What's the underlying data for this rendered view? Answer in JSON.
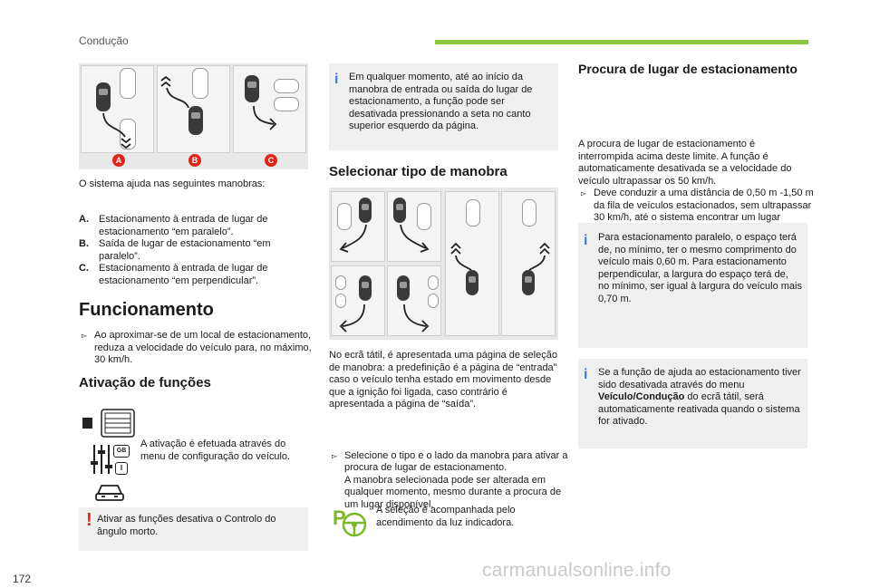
{
  "header": {
    "section": "Condução"
  },
  "footer": {
    "page_number": "172",
    "watermark": "carmanualsonline.info"
  },
  "col1": {
    "diagram_labels": [
      "A",
      "B",
      "C"
    ],
    "intro": "O sistema ajuda nas seguintes manobras:",
    "list": [
      {
        "key": "A.",
        "text": "Estacionamento à entrada de lugar de estacionamento “em paralelo”."
      },
      {
        "key": "B.",
        "text": "Saída de lugar de estacionamento “em paralelo”."
      },
      {
        "key": "C.",
        "text": "Estacionamento à entrada de lugar de estacionamento “em perpendicular”."
      }
    ],
    "funcionamento_title": "Funcionamento",
    "funcionamento_bullet": "Ao aproximar-se de um local de estacionamento, reduza a velocidade do veículo para, no máximo, 30 km/h.",
    "ativacao_title": "Ativação de funções",
    "ativacao_text": "A ativação é efetuada através do menu de configuração do veículo.",
    "icon_gb": "GB",
    "icon_i": "I",
    "warning_text": "Ativar as funções desativa o Controlo do ângulo morto."
  },
  "col2": {
    "info_text": "Em qualquer momento, até ao início da manobra de entrada ou saída do lugar de estacionamento, a função pode ser desativada pressionando a seta no canto superior esquerdo da página.",
    "selecionar_title": "Selecionar tipo de manobra",
    "body1": "No ecrã tátil, é apresentada uma página de seleção de manobra: a predefinição é a página de “entrada” caso o veículo tenha estado em movimento desde que a ignição foi ligada, caso contrário é apresentada a página de “saída”.",
    "bullet_a": "Selecione o tipo e o lado da manobra para ativar a procura de lugar de estacionamento.",
    "bullet_b": "A manobra selecionada pode ser alterada em qualquer momento, mesmo durante a procura de um lugar disponível.",
    "p_icon_letter": "P",
    "p_text": "A seleção é acompanhada pelo acendimento da luz indicadora."
  },
  "col3": {
    "title": "Procura de lugar de estacionamento",
    "bullet": "Deve conduzir a uma distância de 0,50 m -1,50 m da fila de veículos estacionados, sem ultrapassar 30 km/h, até o sistema encontrar um lugar disponível.",
    "body": "A procura de lugar de estacionamento é interrompida acima deste limite. A função é automaticamente desativada se a velocidade do veículo ultrapassar os 50 km/h.",
    "info1": "Para estacionamento paralelo, o espaço terá de, no mínimo, ter o mesmo comprimento do veículo mais 0,60 m. Para estacionamento perpendicular, a largura do espaço terá de, no mínimo, ser igual à largura do veículo mais 0,70 m.",
    "info2_pre": "Se a função de ajuda ao estacionamento tiver sido desativada através do menu ",
    "info2_bold": "Veículo/Condução",
    "info2_post": " do ecrã tátil, será automaticamente reativada quando o sistema for ativado."
  }
}
